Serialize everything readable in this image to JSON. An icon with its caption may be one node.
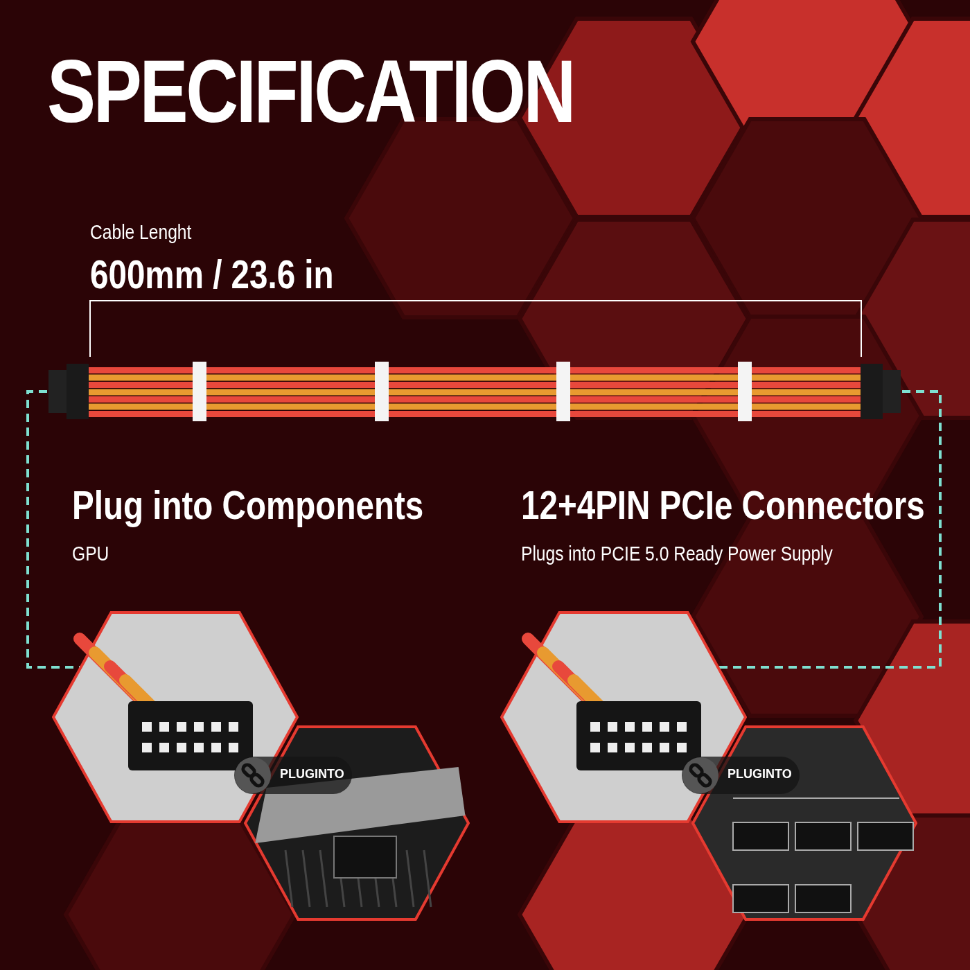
{
  "diagram": {
    "title": "SPECIFICATION",
    "nodes": [
      {
        "text": [],
        "shape": "picture"
      },
      {
        "text": [],
        "shape": "picture"
      },
      {
        "text": [],
        "shape": "picture"
      },
      {
        "text": [],
        "shape": "picture"
      },
      {
        "text": [],
        "shape": "picture"
      },
      {
        "text": [
          "PLUG**INTO**"
        ]
      },
      {
        "text": [
          "PLUG**INTO**"
        ]
      }
    ],
    "edges": [
      {
        "from": 0,
        "to": 1,
        "arrow": "none",
        "style": "dashed",
        "color": "#7ee0d0"
      },
      {
        "from": 0,
        "to": 3,
        "arrow": "none",
        "style": "dashed",
        "color": "#7ee0d0"
      }
    ],
    "labels": [
      "Cable Lenght",
      "600mm / 23.6 in",
      "Plug into Components",
      "GPU",
      "12+4PIN PCIe Connectors",
      "Plugs into PCIE 5.0 Ready Power Supply"
    ]
  }
}
